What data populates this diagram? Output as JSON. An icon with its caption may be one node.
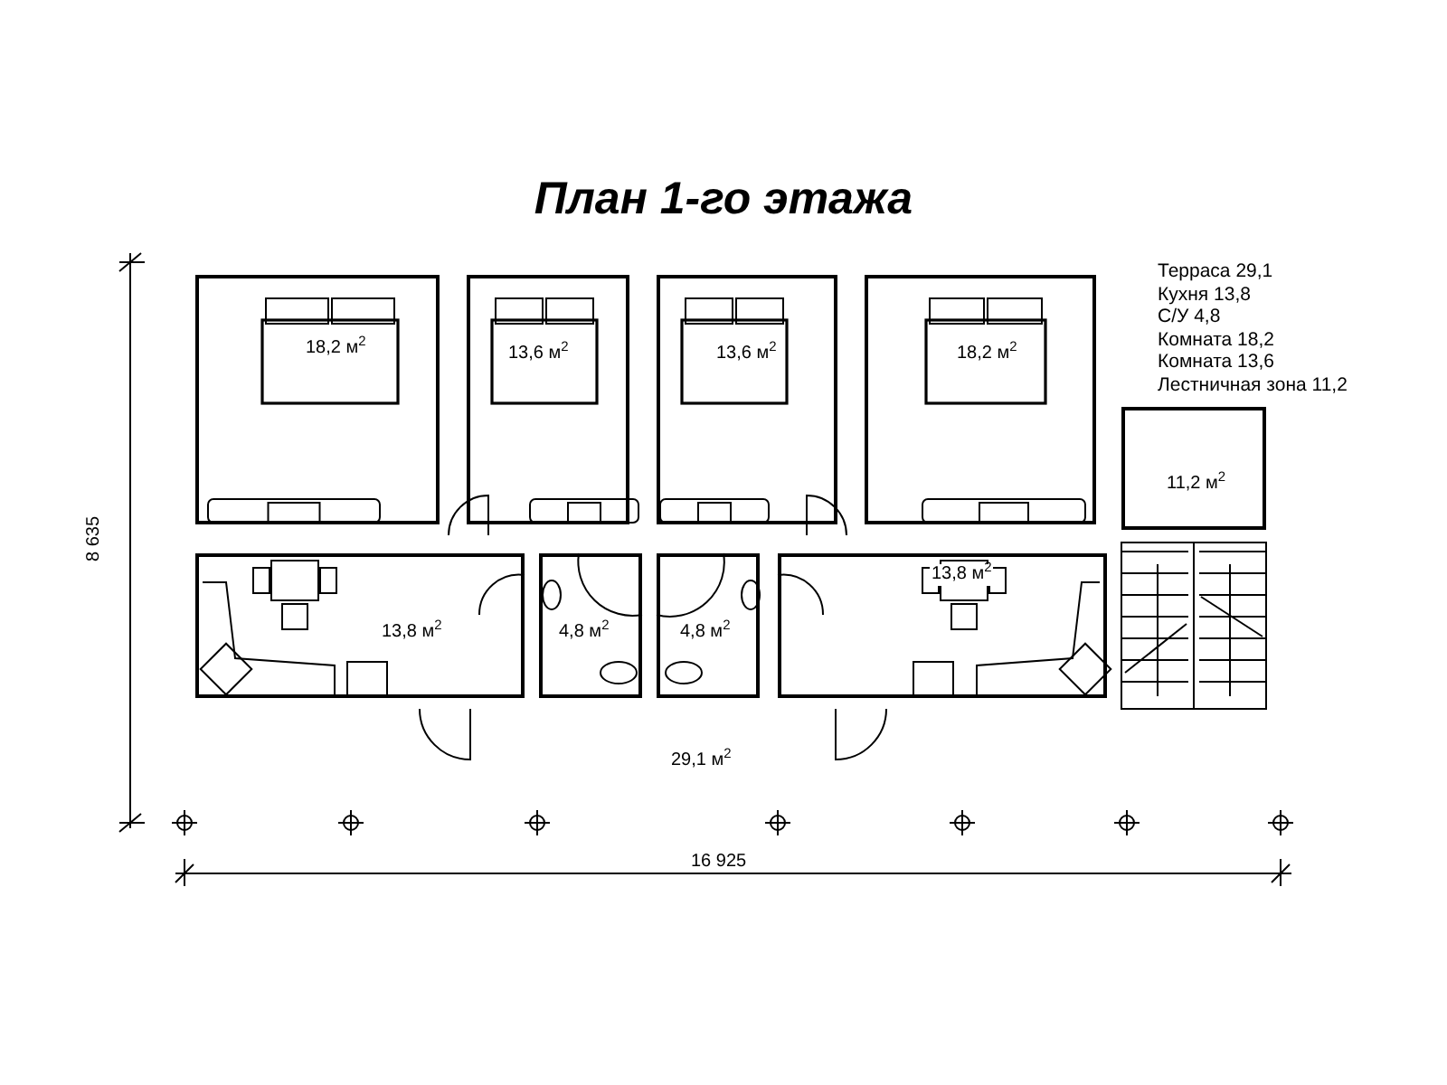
{
  "diagram": {
    "title": "План 1-го этажа",
    "nodes": [
      {
        "text": [
          "18,2 м$^{2}$"
        ]
      },
      {
        "text": [
          "13,6 м$^{2}$"
        ]
      },
      {
        "text": [
          "13,6 м$^{2}$"
        ]
      },
      {
        "text": [
          "18,2 м$^{2}$"
        ]
      },
      {
        "text": [
          "11,2 м$^{2}$"
        ]
      },
      {
        "text": [
          "13,8 м$^{2}$"
        ]
      },
      {
        "text": [
          "4,8 м$^{2}$"
        ]
      },
      {
        "text": [
          "4,8 м$^{2}$"
        ]
      },
      {
        "text": [
          "13,8 м$^{2}$"
        ]
      },
      {
        "text": [
          "29,1 м$^{2}$"
        ]
      }
    ],
    "labels": [
      "Терраса 29,1",
      "Кухня 13,8",
      "С/У 4,8",
      "Комната 18,2",
      "Комната 13,6",
      "Лестничная зона 11,2",
      "8 635",
      "16 925"
    ]
  }
}
